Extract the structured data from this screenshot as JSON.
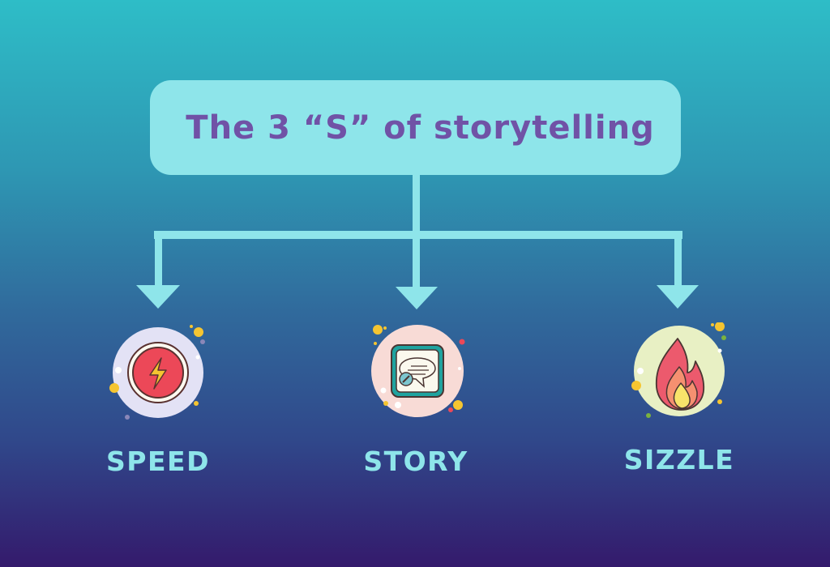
{
  "title": "The 3 “S” of storytelling",
  "colors": {
    "background_top": "#2ebdc7",
    "background_bottom": "#341a6c",
    "title_box": "#8ee5ea",
    "title_text": "#7052a6",
    "connector": "#8ee5ea",
    "label": "#8ee5ea"
  },
  "items": [
    {
      "label": "SPEED",
      "icon": "lightning-bolt-icon",
      "circle_color": "#e3e2f5"
    },
    {
      "label": "STORY",
      "icon": "speech-bubble-icon",
      "circle_color": "#f8dbd6"
    },
    {
      "label": "SIZZLE",
      "icon": "flame-icon",
      "circle_color": "#e8f0c4"
    }
  ]
}
